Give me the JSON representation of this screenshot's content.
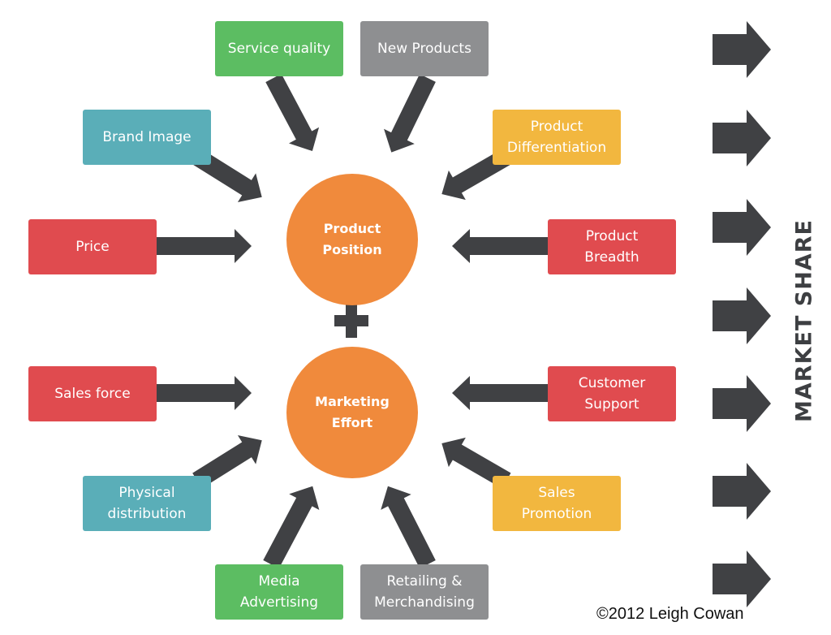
{
  "colors": {
    "red": "#e04b4f",
    "green": "#5cbd62",
    "gray": "#8e8f91",
    "teal": "#5aaeb8",
    "yellow": "#f2b73f",
    "orange": "#f08a3c",
    "arrow": "#404144"
  },
  "center": {
    "top": "Product\nPosition",
    "bottom": "Marketing\nEffort",
    "plus": "+"
  },
  "factors": {
    "service_quality": "Service quality",
    "new_products": "New Products",
    "brand_image": "Brand Image",
    "product_differentiation": "Product\nDifferentiation",
    "price": "Price",
    "product_breadth": "Product\nBreadth",
    "sales_force": "Sales force",
    "customer_support": "Customer\nSupport",
    "physical_distribution": "Physical\ndistribution",
    "sales_promotion": "Sales\nPromotion",
    "media_advertising": "Media\nAdvertising",
    "retailing_merchandising": "Retailing &\nMerchandising"
  },
  "side_label": "MARKET SHARE",
  "copyright": "©2012 Leigh Cowan"
}
